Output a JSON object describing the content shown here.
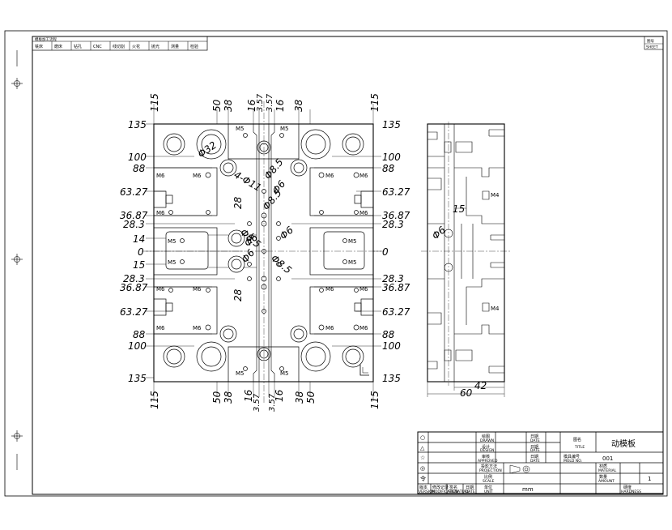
{
  "process_table": {
    "title": "模板加工流程",
    "steps": [
      "铣床",
      "磨床",
      "钻孔",
      "CNC",
      "线切割",
      "火花",
      "抛光",
      "测量",
      "检验"
    ]
  },
  "sheet_box": {
    "cn": "图号",
    "en": "SHEET"
  },
  "front_view": {
    "top_labels": [
      "115",
      "50",
      "38",
      "16",
      "3.57",
      "3.57",
      "16",
      "38",
      "115"
    ],
    "bottom_labels": [
      "115",
      "50",
      "38",
      "16",
      "3.57",
      "3.57",
      "16",
      "38",
      "50",
      "115"
    ],
    "left_labels": [
      "135",
      "100",
      "88",
      "63.27",
      "36.87",
      "28.3",
      "14",
      "0",
      "15",
      "28.3",
      "36.87",
      "63.27",
      "88",
      "100",
      "135"
    ],
    "right_labels": [
      "135",
      "100",
      "88",
      "63.27",
      "36.87",
      "28.3",
      "0",
      "28.3",
      "36.87",
      "63.27",
      "88",
      "100",
      "135"
    ],
    "hole_labels": {
      "m5": "M5",
      "m6": "M6",
      "d32": "Φ32",
      "d11": "4-Φ11",
      "d85a": "Φ8.5",
      "d85b": "Φ8.5",
      "d85c": "Φ8.5",
      "d85d": "Φ8.5",
      "d6a": "Φ6",
      "d6b": "Φ6",
      "d6c": "Φ6",
      "d6d": "Φ6",
      "d28a": "28",
      "d28b": "28"
    }
  },
  "side_view": {
    "m4a": "M4",
    "m4b": "M4",
    "dim15": "15",
    "d6": "Φ6",
    "dim42": "42",
    "dim60": "60"
  },
  "title_block": {
    "left_symbols": [
      "○",
      "△",
      "☆",
      "◎",
      "令"
    ],
    "left_footer": [
      "版本",
      "修改记录",
      "签名",
      "日期"
    ],
    "left_footer_en": [
      "VERSION",
      "MODIFICATION",
      "SIGNATURE",
      "DATE"
    ],
    "drawn": "绘图",
    "drawn_en": "DRAWN",
    "designed": "设计",
    "designed_en": "DESIGN",
    "approved": "审核",
    "approved_en": "APPROVED",
    "date1": "日期",
    "date1_en": "DATE",
    "date2": "日期",
    "date2_en": "DATE",
    "date3": "日期",
    "date3_en": "DATE",
    "name_label": "图名",
    "name_label_en": "TITLE",
    "name_value": "动模板",
    "mold_no_label": "模具编号",
    "mold_no_label_en": "MOLD NO.",
    "mold_no_value": "001",
    "proj_label": "投影方法",
    "proj_label_en": "PROJECTION",
    "material_label": "材质",
    "material_label_en": "MATERIAL",
    "scale_label": "比例",
    "scale_label_en": "SCALE",
    "qty_label": "数量",
    "qty_label_en": "AMOUNT",
    "qty_value": "1",
    "unit_label": "单位",
    "unit_label_en": "UNIT",
    "unit_value": "mm",
    "hardness_label": "硬度",
    "hardness_label_en": "HARDNESS"
  }
}
